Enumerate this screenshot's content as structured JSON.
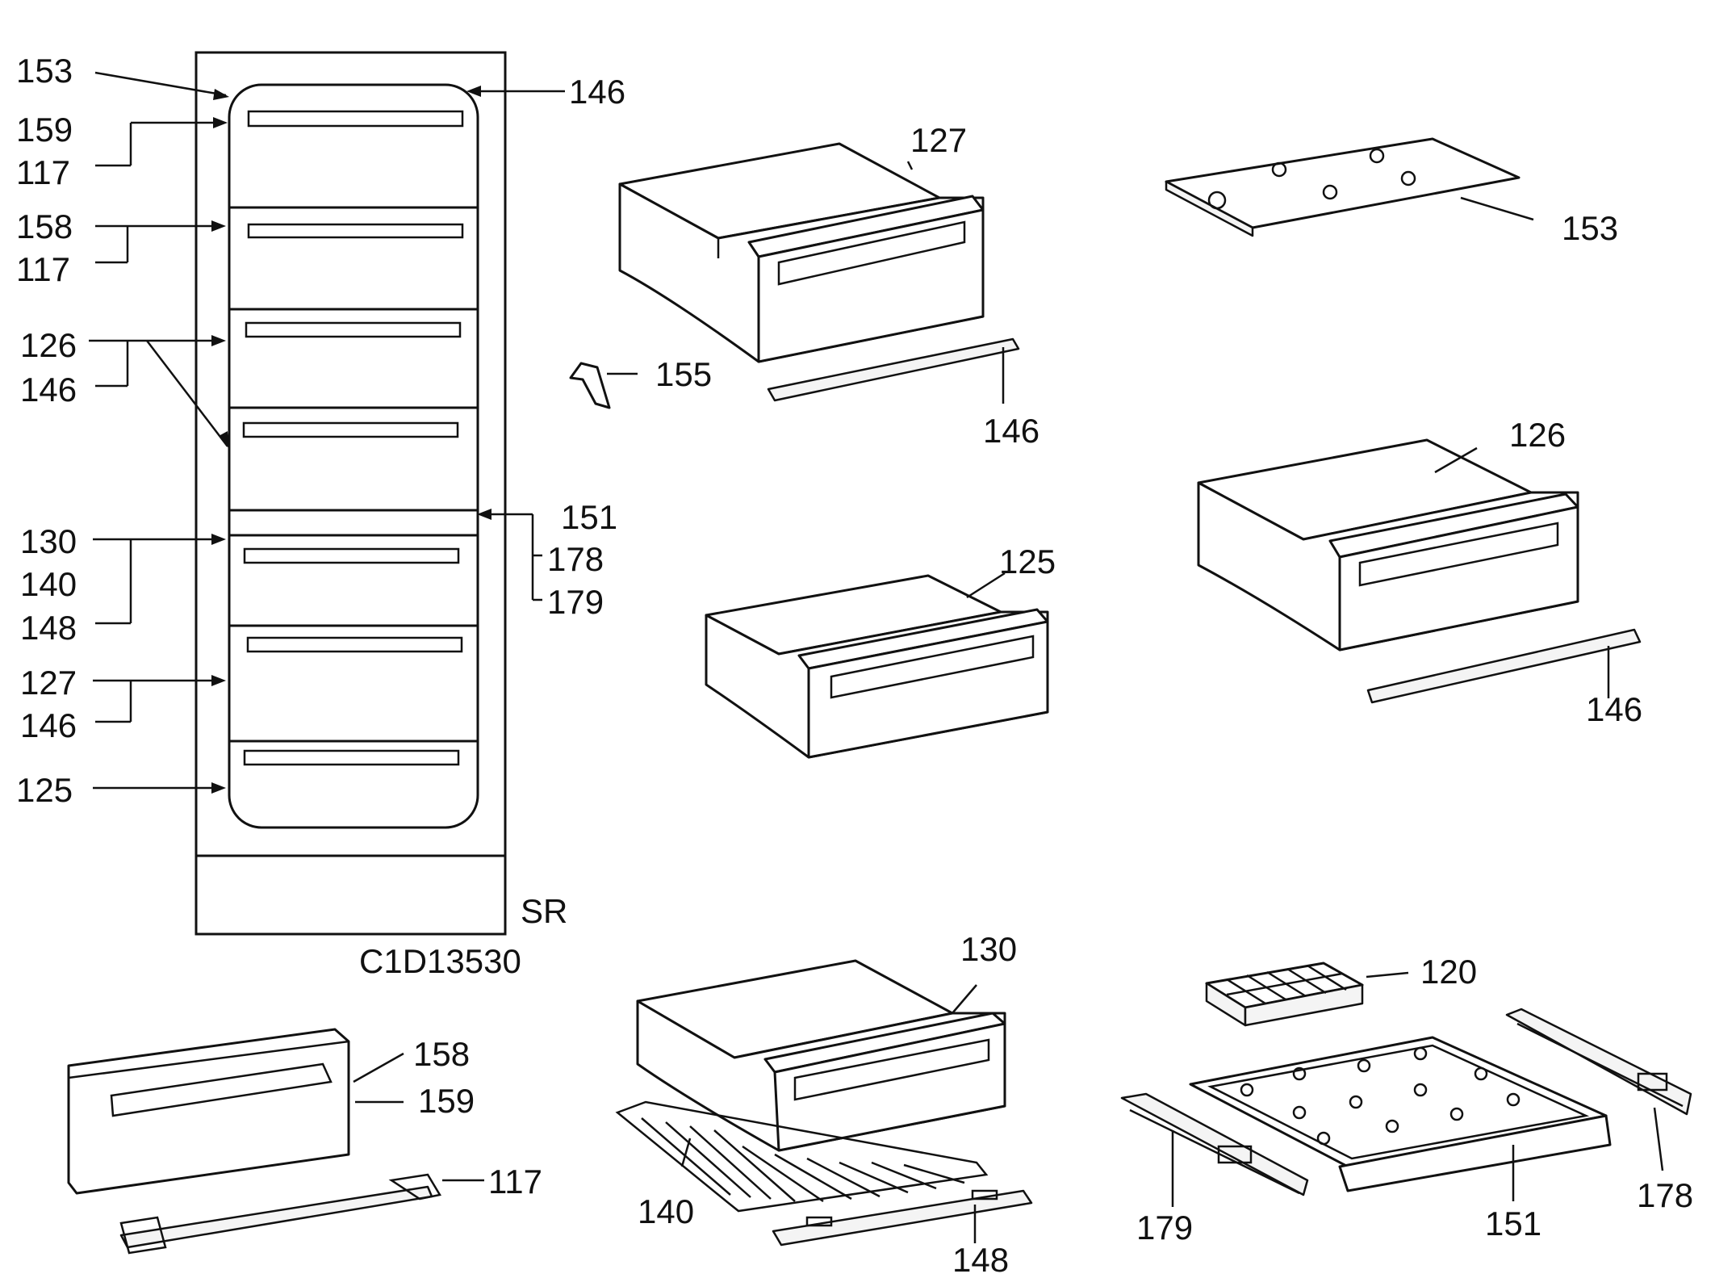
{
  "labels": {
    "l153a": "153",
    "l159a": "159",
    "l117a": "117",
    "l158a": "158",
    "l117b": "117",
    "l126a": "126",
    "l146a": "146",
    "l130a": "130",
    "l140a": "140",
    "l148a": "148",
    "l127a": "127",
    "l146b": "146",
    "l125a": "125",
    "l146c": "146",
    "l151a": "151",
    "l178a": "178",
    "l179a": "179",
    "sr": "SR",
    "code": "C1D13530",
    "l127b": "127",
    "l155": "155",
    "l146d": "146",
    "l153b": "153",
    "l126b": "126",
    "l146e": "146",
    "l125b": "125",
    "l158b": "158",
    "l159b": "159",
    "l117c": "117",
    "l130b": "130",
    "l140b": "140",
    "l148b": "148",
    "l120": "120",
    "l179b": "179",
    "l151b": "151",
    "l178b": "178"
  }
}
